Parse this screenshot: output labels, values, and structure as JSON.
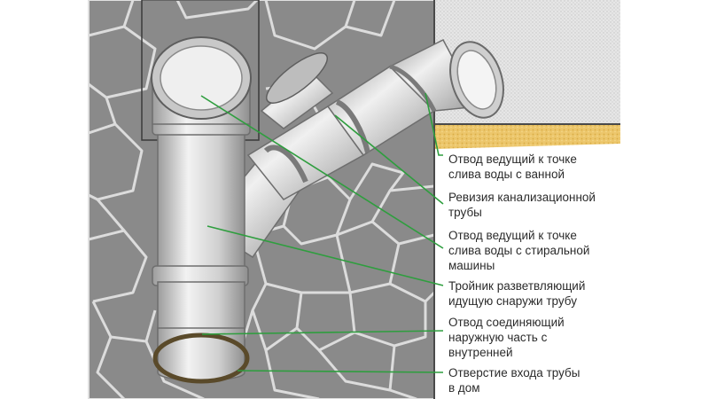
{
  "labels": [
    {
      "id": "bath",
      "text": "Отвод ведущий к точке\nслива воды с ванной"
    },
    {
      "id": "revision",
      "text": "Ревизия канализационной\nтрубы"
    },
    {
      "id": "washer",
      "text": "Отвод ведущий к точке\nслива воды с стиральной\nмашины"
    },
    {
      "id": "tee",
      "text": "Тройник разветвляющий\nидущую снаружи трубу"
    },
    {
      "id": "connector",
      "text": "Отвод соединяющий\nнаружную часть с\nвнутренней"
    },
    {
      "id": "entry",
      "text": "Отверстие входа трубы\nв дом"
    }
  ],
  "colors": {
    "wall": "#8a8a8a",
    "tile_line": "#d9d9d9",
    "insulation": "#e8e8e8",
    "sand": "#e9c46a",
    "pipe": "#d3d3d3",
    "leader_line": "#2e9e3e",
    "text": "#2b2b2b"
  }
}
